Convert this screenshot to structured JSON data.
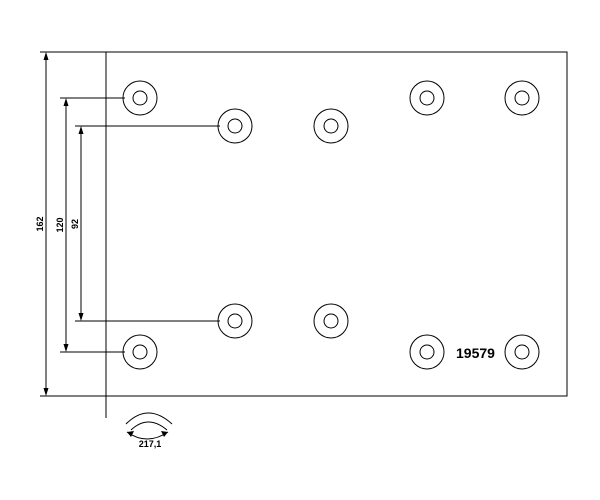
{
  "dimensions": {
    "overall_height": "162",
    "outer_hole_spacing": "120",
    "inner_hole_spacing": "92",
    "arc_length": "217,1"
  },
  "part_number": "19579"
}
